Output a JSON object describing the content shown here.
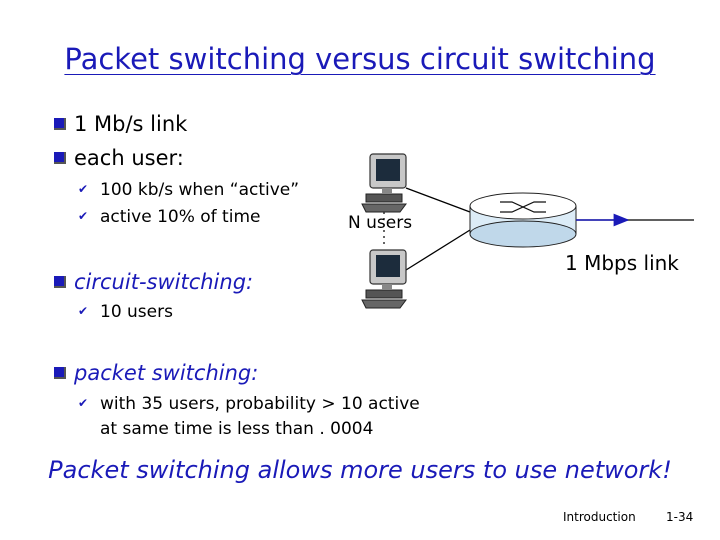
{
  "slide": {
    "title": "Packet switching versus circuit switching",
    "bullets": [
      {
        "text": "1 Mb/s link"
      },
      {
        "text": "each user:"
      }
    ],
    "each_user_sub": [
      "100 kb/s when “active”",
      "active 10% of time"
    ],
    "circuit": {
      "heading": "circuit-switching:",
      "sub": "10 users"
    },
    "packet": {
      "heading": "packet switching:",
      "sub_line1": "with 35 users, probability > 10 active",
      "sub_line2": "at same time is less than . 0004"
    },
    "tagline": "Packet switching allows more users to use network!",
    "footer": {
      "label": "Introduction",
      "page": "1-34"
    }
  },
  "diagram": {
    "users_label": "N users",
    "link_label": "1 Mbps link",
    "icons": [
      "computer-icon",
      "computer-icon",
      "router-icon"
    ]
  },
  "colors": {
    "accent_blue": "#1a1ab8"
  }
}
